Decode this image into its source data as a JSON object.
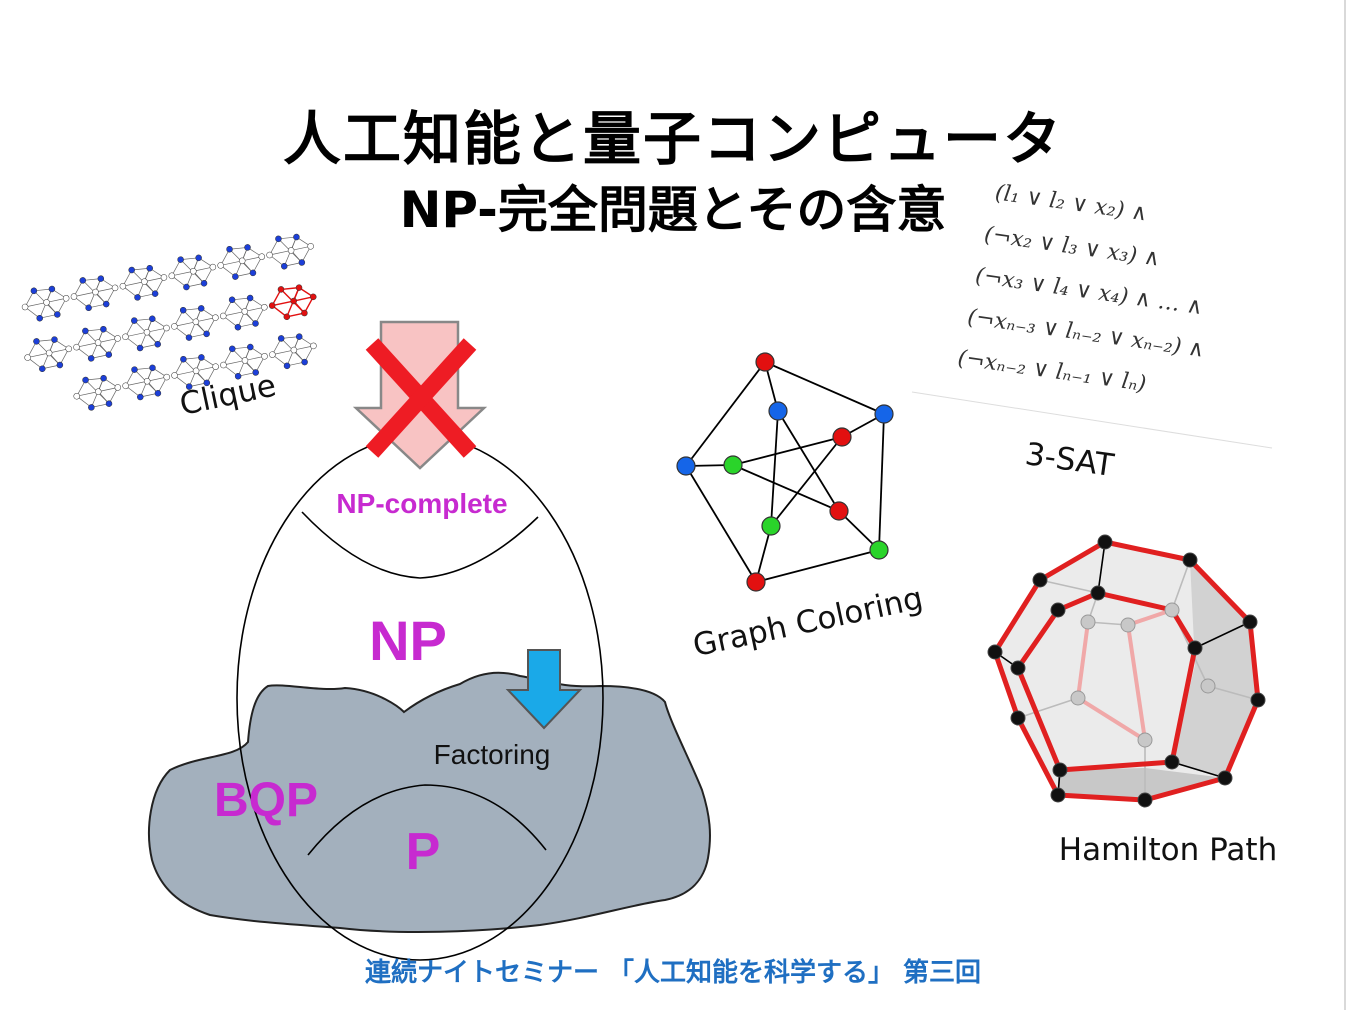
{
  "title": {
    "main": "人工知能と量子コンピュータ",
    "sub": "NP-完全問題とその含意"
  },
  "diagram": {
    "np_complete": "NP-complete",
    "np": "NP",
    "bqp": "BQP",
    "p": "P",
    "factoring": "Factoring"
  },
  "examples": {
    "clique": "Clique",
    "graph_coloring": "Graph Coloring",
    "sat": "3-SAT",
    "hamilton": "Hamilton Path"
  },
  "formula": [
    "(l₁ ∨ l₂ ∨ x₂) ∧",
    "(¬x₂ ∨ l₃ ∨ x₃) ∧",
    "(¬x₃ ∨ l₄ ∨ x₄) ∧ … ∧",
    "(¬xₙ₋₃ ∨ lₙ₋₂ ∨ xₙ₋₂) ∧",
    "(¬xₙ₋₂ ∨ lₙ₋₁ ∨ lₙ)"
  ],
  "footer": "連続ナイトセミナー 「人工知能を科学する」 第三回",
  "colors": {
    "magenta": "#c72ad0",
    "cloud": "#a3b0bd",
    "cross": "#ee1c24",
    "arrow_pink": "#f8c3c3",
    "arrow_blue": "#1aa9e8",
    "footer": "#1f6fc2",
    "red_node": "#e21010",
    "blue_node": "#1565e8",
    "green_node": "#2ad42a"
  }
}
